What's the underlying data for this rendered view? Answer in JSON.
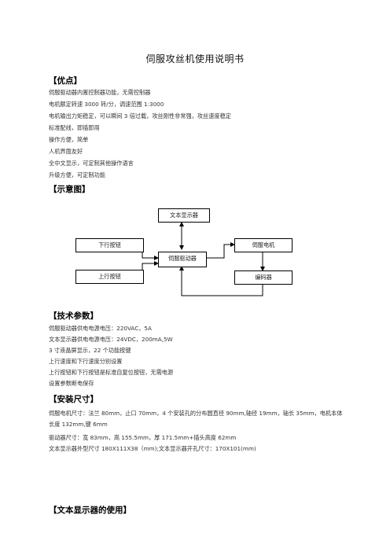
{
  "title": "伺服攻丝机使用说明书",
  "advantages": {
    "heading": "【优点】",
    "lines": [
      "伺服驱动器内置控制器功能，无需控制器",
      "电机额定转速 3000 转/分，调速范围 1:3000",
      "电机输出力矩稳定，可以瞬间 3 倍过载，攻丝刚性非常强，攻丝速度稳定",
      "标准配线，即插即用",
      "操作方便，简单",
      "人机界面友好",
      "全中文显示，可定制其他操作语言",
      "升级方便，可定制功能"
    ]
  },
  "diagram": {
    "heading": "【示意图】",
    "boxes": {
      "text_display": "文本显示器",
      "down_button": "下行按钮",
      "servo_drive": "伺服驱动器",
      "servo_motor": "伺服电机",
      "up_button": "上行按钮",
      "encoder": "编码器"
    }
  },
  "specs": {
    "heading": "【技术参数】",
    "lines": [
      "伺服驱动器供电电源电压：220VAC，5A",
      "文本显示器供电电源电压：24VDC，200mA,5W",
      "3 寸液晶屏显示，22 个功能按键",
      "上行速度和下行速度分别设置",
      "上行按钮和下行按钮是标准自复位按钮，无需电源",
      "设置参数断电保存"
    ]
  },
  "install": {
    "heading": "【安装尺寸】",
    "lines": [
      "伺服电机尺寸：法兰 80mm，止口 70mm，4 个安装孔的分布圆直径 90mm,轴径 19mm，轴长 35mm，电机本体长度 132mm,键 6mm",
      "驱动器尺寸：宽 83mm，高 155.5mm，厚 171.5mm+插头高度 62mm",
      "文本显示器外型尺寸 180X111X38（mm);文本显示器开孔尺寸：170X101(mm)"
    ]
  },
  "display_usage": {
    "heading": "【文本显示器的使用】"
  }
}
